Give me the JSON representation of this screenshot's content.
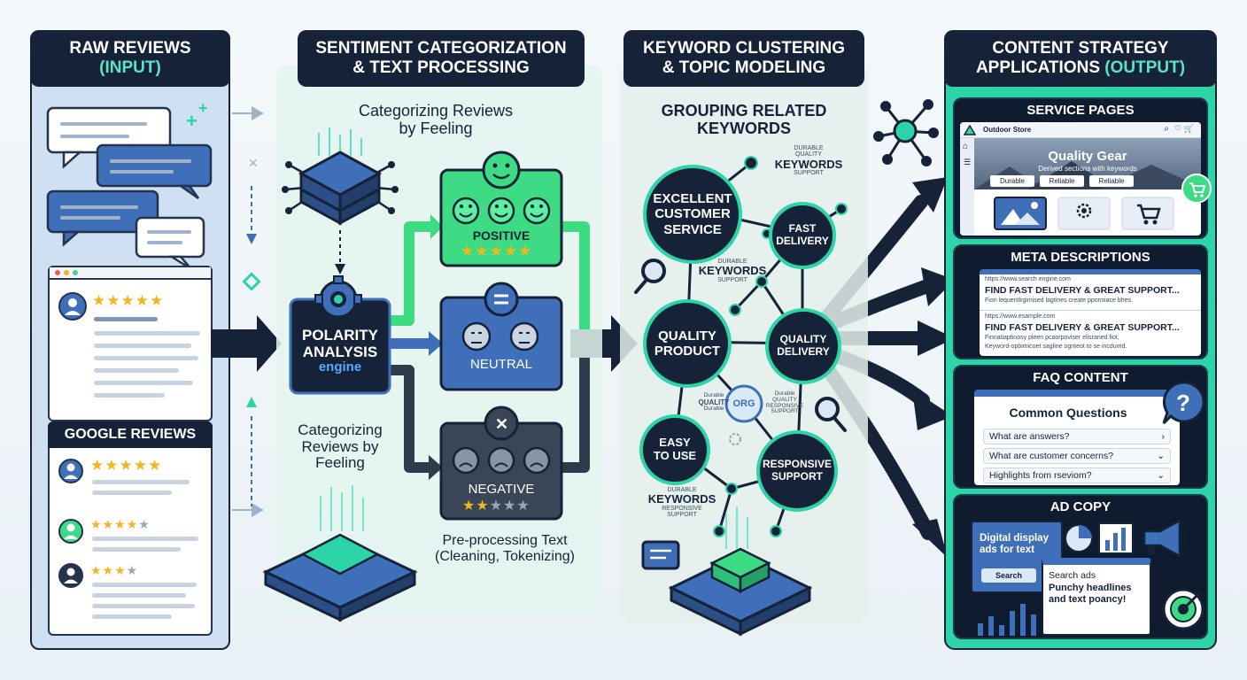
{
  "panels": {
    "raw": {
      "title": "RAW REVIEWS",
      "subtitle": "(INPUT)",
      "google_label": "GOOGLE REVIEWS"
    },
    "sentiment": {
      "title": "SENTIMENT CATEGORIZATION",
      "title2": "& TEXT PROCESSING",
      "categorizing_top": "Categorizing Reviews",
      "categorizing_top2": "by Feeling",
      "engine_line1": "POLARITY",
      "engine_line2": "ANALYSIS",
      "engine_line3": "engine",
      "categorizing_mid": "Categorizing",
      "categorizing_mid2": "Reviews by",
      "categorizing_mid3": "Feeling",
      "positive": "POSITIVE",
      "neutral": "NEUTRAL",
      "negative": "NEGATIVE",
      "preprocess": "Pre-processing Text",
      "preprocess2": "(Cleaning, Tokenizing)"
    },
    "keyword": {
      "title": "KEYWORD CLUSTERING",
      "title2": "& TOPIC MODELING",
      "grouping": "GROUPING RELATED",
      "grouping2": "KEYWORDS",
      "nodes": {
        "excellent_1": "EXCELLENT",
        "excellent_2": "CUSTOMER",
        "excellent_3": "SERVICE",
        "fast_1": "FAST",
        "fast_2": "DELIVERY",
        "quality_product_1": "QUALITY",
        "quality_product_2": "PRODUCT",
        "quality_delivery_1": "QUALITY",
        "quality_delivery_2": "DELIVERY",
        "easy_1": "EASY",
        "easy_2": "TO USE",
        "responsive_1": "RESPONSIVE",
        "responsive_2": "SUPPORT",
        "org": "ORG"
      },
      "keywords_label": "KEYWORDS",
      "durable": "DURABLE",
      "quality": "QUALITY",
      "durable_lc": "Durable",
      "support": "SUPPORT",
      "responsive": "RESPONSIVE"
    },
    "output": {
      "title": "CONTENT STRATEGY",
      "title2_a": "APPLICATIONS ",
      "title2_b": "(OUTPUT)",
      "service": {
        "label": "SERVICE PAGES",
        "store": "Outdoor Store",
        "hero": "Quality Gear",
        "hero_sub": "Derived sections with keywords",
        "tags": [
          "Durable",
          "Reliable",
          "Reliable"
        ]
      },
      "meta": {
        "label": "META DESCRIPTIONS",
        "url1": "https://www.search engine.com",
        "headline1": "FIND FAST DELIVERY & GREAT SUPPORT...",
        "desc1": "Fion lequentlrgimised lagtines create pponsiace bhes.",
        "url2": "https://www.esample.com",
        "headline2": "FIND FAST DELIVERY & GREAT SUPPORT...",
        "desc2a": "Finnatiaptinosy pleen pcaorpoviser elisraned fiot,",
        "desc2b": "Keyword-opbimicoet sagline ognteot to se incdumd."
      },
      "faq": {
        "label": "FAQ CONTENT",
        "heading": "Common Questions",
        "items": [
          "What are answers?",
          "What are customer concerns?",
          "Highlights from rseviom?"
        ]
      },
      "ad": {
        "label": "AD COPY",
        "display_1": "Digital display",
        "display_2": "ads for text",
        "search_btn": "Search",
        "search_ads": "Search ads",
        "punchy_1": "Punchy headlines",
        "punchy_2": "and text poancy!"
      }
    }
  },
  "colors": {
    "navy": "#152238",
    "teal": "#2dd4a8",
    "green": "#3ddc84",
    "blue": "#3f6fb8",
    "gray": "#3a4658",
    "star": "#f5b51c"
  }
}
